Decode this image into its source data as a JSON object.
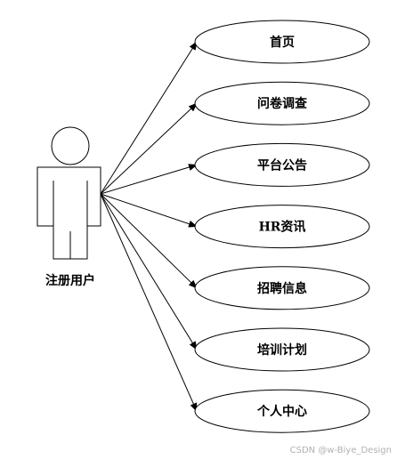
{
  "actor": {
    "label": "注册用户"
  },
  "use_cases": [
    {
      "label": "首页"
    },
    {
      "label": "问卷调查"
    },
    {
      "label": "平台公告"
    },
    {
      "label": "HR资讯"
    },
    {
      "label": "招聘信息"
    },
    {
      "label": "培训计划"
    },
    {
      "label": "个人中心"
    }
  ],
  "watermark": {
    "text": "CSDN @w-Biye_Design"
  },
  "colors": {
    "stroke": "#000000",
    "background": "#ffffff",
    "watermark": "#b0b0b0"
  }
}
